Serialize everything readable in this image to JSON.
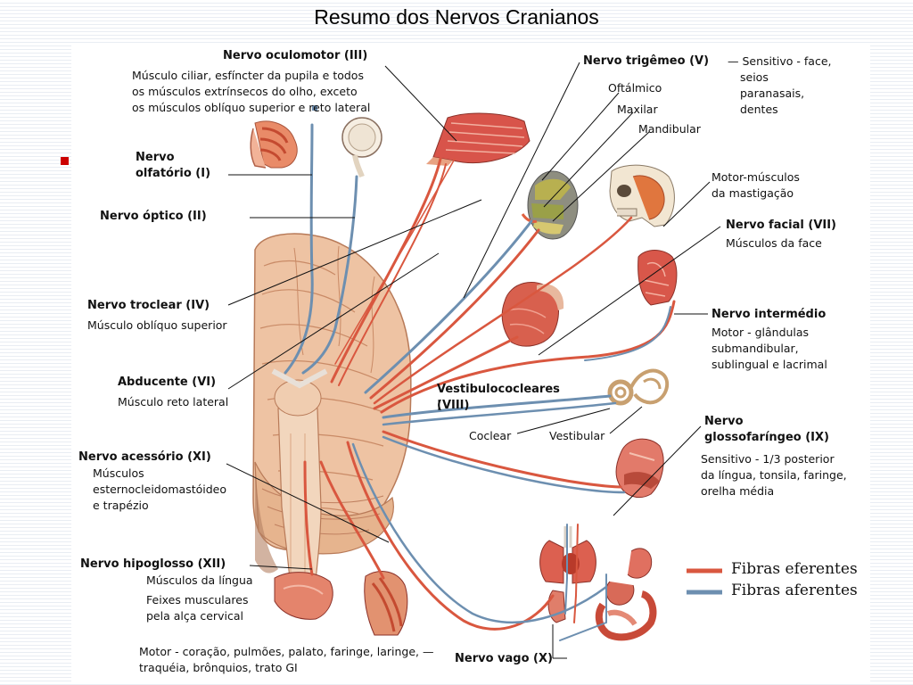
{
  "slide": {
    "title": "Resumo dos Nervos Cranianos"
  },
  "colors": {
    "efferent": "#d9573f",
    "afferent": "#6d8fb0",
    "bullet": "#cc0000",
    "tissue": "#e8b08a",
    "muscle": "#c8402a"
  },
  "nerves": {
    "oculomotor": {
      "name": "Nervo oculomotor (III)",
      "desc": [
        "Músculo ciliar, esfíncter da pupila e todos",
        "os músculos extrínsecos do olho, exceto",
        "os músculos oblíquo superior e reto lateral"
      ]
    },
    "olfatorio": {
      "name": [
        "Nervo",
        "olfatório (I)"
      ]
    },
    "optico": {
      "name": "Nervo óptico (II)"
    },
    "troclear": {
      "name": "Nervo troclear (IV)",
      "desc": "Músculo oblíquo superior"
    },
    "abducente": {
      "name": "Abducente (VI)",
      "desc": "Músculo reto lateral"
    },
    "acessorio": {
      "name": "Nervo acessório (XI)",
      "desc": [
        "Músculos",
        "esternocleidomastóideo",
        "e trapézio"
      ]
    },
    "hipoglosso": {
      "name": "Nervo hipoglosso (XII)",
      "desc": [
        "Músculos da língua",
        "Feixes musculares",
        "pela alça cervical"
      ]
    },
    "vago": {
      "name": "Nervo vago (X)",
      "desc": [
        "Motor - coração, pulmões, palato, faringe, laringe, —",
        "traquéia, brônquios, trato GI"
      ]
    },
    "trigemeo": {
      "name": "Nervo trigêmeo (V)",
      "desc": [
        "— Sensitivo - face,",
        "seios",
        "paranasais,",
        "dentes"
      ],
      "branches": [
        "Oftálmico",
        "Maxilar",
        "Mandibular"
      ],
      "motor": [
        "Motor-músculos",
        "da mastigação"
      ]
    },
    "facial": {
      "name": "Nervo facial (VII)",
      "desc": "Músculos da face"
    },
    "intermedio": {
      "name": "Nervo intermédio",
      "desc": [
        "Motor - glândulas",
        "submandibular,",
        "sublingual e lacrimal"
      ]
    },
    "vestibulococlear": {
      "name": [
        "Vestibulococleares",
        "(VIII)"
      ],
      "branches": [
        "Coclear",
        "Vestibular"
      ]
    },
    "glossofaringeo": {
      "name": [
        "Nervo",
        "glossofaríngeo (IX)"
      ],
      "desc": [
        "Sensitivo - 1/3 posterior",
        "da língua, tonsila, faringe,",
        "orelha média"
      ]
    }
  },
  "legend": {
    "efferent": "Fibras eferentes",
    "afferent": "Fibras aferentes"
  }
}
